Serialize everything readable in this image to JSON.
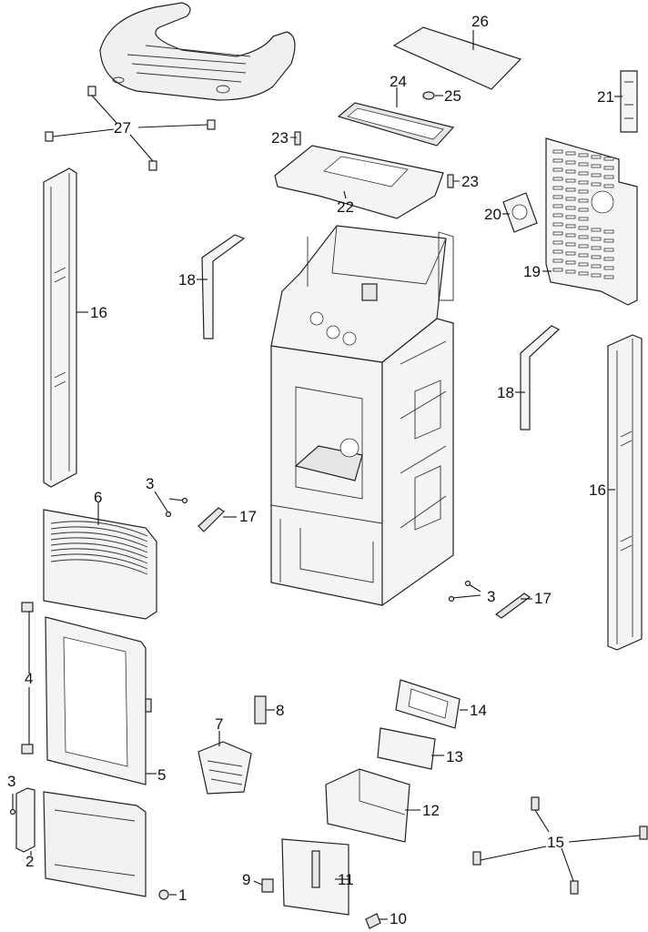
{
  "labels": {
    "p1": "1",
    "p2": "2",
    "p3a": "3",
    "p3b": "3",
    "p3c": "3",
    "p4": "4",
    "p5": "5",
    "p6": "6",
    "p7": "7",
    "p8": "8",
    "p9": "9",
    "p10": "10",
    "p11": "11",
    "p12": "12",
    "p13": "13",
    "p14": "14",
    "p15": "15",
    "p16a": "16",
    "p16b": "16",
    "p17a": "17",
    "p17b": "17",
    "p18a": "18",
    "p18b": "18",
    "p19": "19",
    "p20": "20",
    "p21": "21",
    "p22": "22",
    "p23a": "23",
    "p23b": "23",
    "p24": "24",
    "p25": "25",
    "p26": "26",
    "p27": "27"
  }
}
